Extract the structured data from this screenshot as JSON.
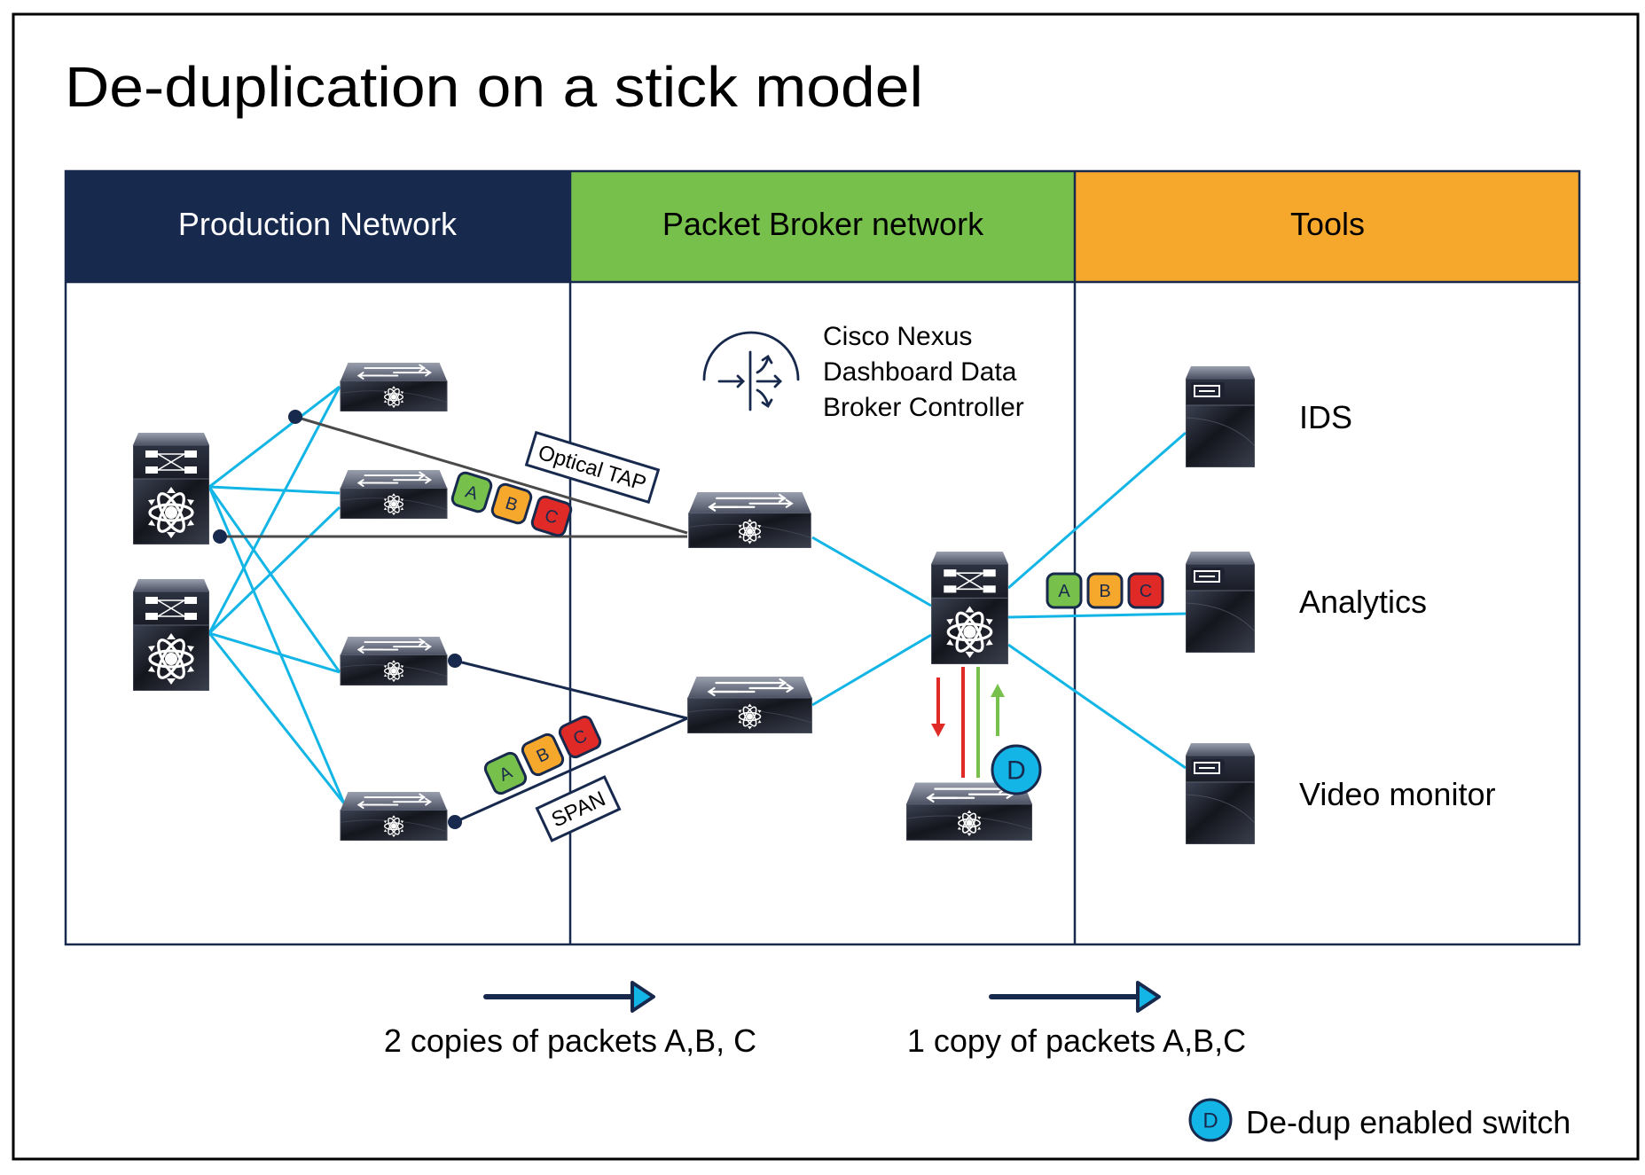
{
  "title": "De-duplication on a stick model",
  "columns": [
    {
      "id": "production",
      "label": "Production Network",
      "color": "#18294e",
      "text_color": "#ffffff"
    },
    {
      "id": "broker",
      "label": "Packet Broker network",
      "color": "#76c04b",
      "text_color": "#000000"
    },
    {
      "id": "tools",
      "label": "Tools",
      "color": "#f6a82c",
      "text_color": "#000000"
    }
  ],
  "controller": {
    "icon": "nexus-dashboard-data-broker-icon",
    "lines": [
      "Cisco Nexus",
      "Dashboard Data",
      "Broker Controller"
    ]
  },
  "labels": {
    "optical_tap": "Optical TAP",
    "span": "SPAN"
  },
  "packets": [
    {
      "label": "A",
      "color": "#76c04b"
    },
    {
      "label": "B",
      "color": "#f6a82c"
    },
    {
      "label": "C",
      "color": "#e02a27"
    }
  ],
  "dedup_badge": "D",
  "tools": [
    {
      "label": "IDS"
    },
    {
      "label": "Analytics"
    },
    {
      "label": "Video monitor"
    }
  ],
  "flow_legend": [
    {
      "text": "2 copies of packets A,B, C"
    },
    {
      "text": "1 copy of packets A,B,C"
    }
  ],
  "legend": {
    "badge": "D",
    "text": "De-dup enabled switch"
  },
  "colors": {
    "link": "#12b5e5",
    "navy": "#18294e",
    "tap_line": "#4a4a4a",
    "down_arrow": "#e02a27",
    "up_arrow": "#76c04b",
    "dedup_badge": "#12b5e5"
  }
}
